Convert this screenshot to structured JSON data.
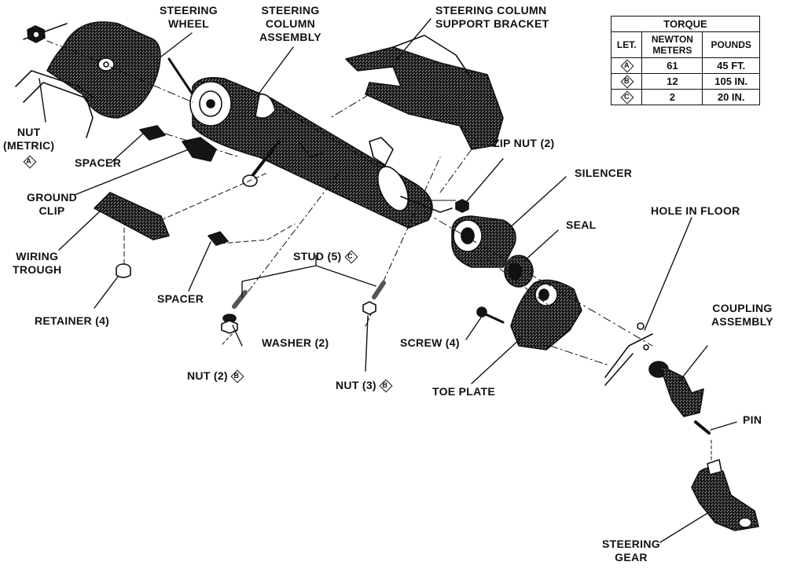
{
  "labels": {
    "steering_wheel": [
      "STEERING",
      "WHEEL"
    ],
    "steering_column_assembly": [
      "STEERING",
      "COLUMN",
      "ASSEMBLY"
    ],
    "support_bracket": [
      "STEERING COLUMN",
      "SUPPORT BRACKET"
    ],
    "nut_metric": [
      "NUT",
      "(METRIC)"
    ],
    "nut_metric_torque": "A",
    "spacer_upper": "SPACER",
    "ground_clip": [
      "GROUND",
      "CLIP"
    ],
    "wiring_trough": [
      "WIRING",
      "TROUGH"
    ],
    "retainer": "RETAINER (4)",
    "spacer_lower": "SPACER",
    "stud": "STUD (5)",
    "stud_torque": "C",
    "washer": "WASHER (2)",
    "nut_2": "NUT (2)",
    "nut_2_torque": "B",
    "nut_3": "NUT (3)",
    "nut_3_torque": "B",
    "zip_nut": "ZIP NUT (2)",
    "silencer": "SILENCER",
    "seal": "SEAL",
    "hole_in_floor": "HOLE IN FLOOR",
    "screw": "SCREW (4)",
    "toe_plate": "TOE PLATE",
    "coupling_assembly": [
      "COUPLING",
      "ASSEMBLY"
    ],
    "pin": "PIN",
    "steering_gear": [
      "STEERING",
      "GEAR"
    ]
  },
  "torque_table": {
    "title": "TORQUE",
    "headers": [
      "LET.",
      "NEWTON METERS",
      "POUNDS"
    ],
    "rows": [
      {
        "letter": "A",
        "newton_meters": "61",
        "pounds": "45 FT."
      },
      {
        "letter": "B",
        "newton_meters": "12",
        "pounds": "105 IN."
      },
      {
        "letter": "C",
        "newton_meters": "2",
        "pounds": "20 IN."
      }
    ]
  }
}
